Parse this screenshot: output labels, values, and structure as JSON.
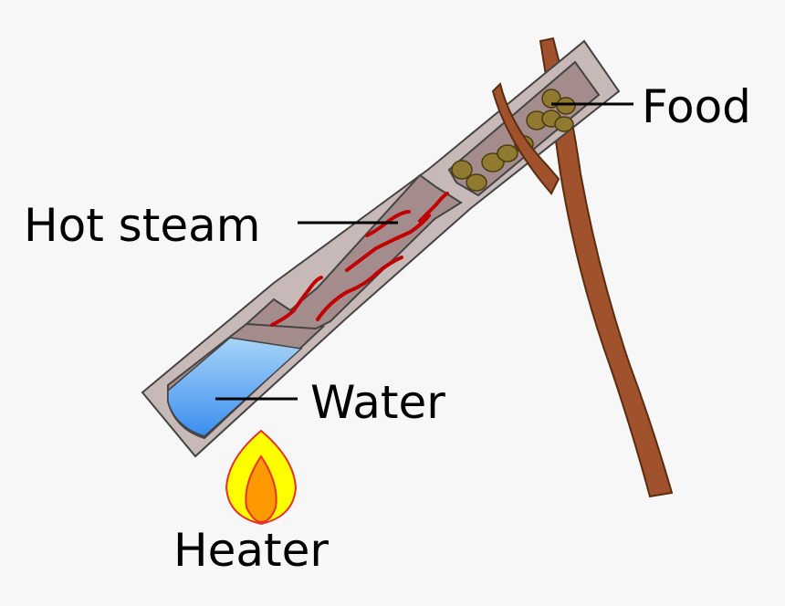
{
  "labels": {
    "food": "Food",
    "hot_steam": "Hot steam",
    "water": "Water",
    "heater": "Heater"
  },
  "colors": {
    "background": "#f7f7f7",
    "bamboo_wall": "#c8b9b9",
    "bamboo_interior": "#a58c8c",
    "water_top": "#a8d4f7",
    "water_bottom": "#3a8ef0",
    "steam": "#c00000",
    "food": "#8f7a30",
    "stick": "#a0522d",
    "flame_outer": "#ffff00",
    "flame_inner": "#ff9900",
    "flame_edge": "#e8302a"
  },
  "icons": [
    "bamboo-tube-icon",
    "support-stick-icon",
    "flame-icon",
    "steam-wave-icon",
    "food-lump-icon"
  ]
}
